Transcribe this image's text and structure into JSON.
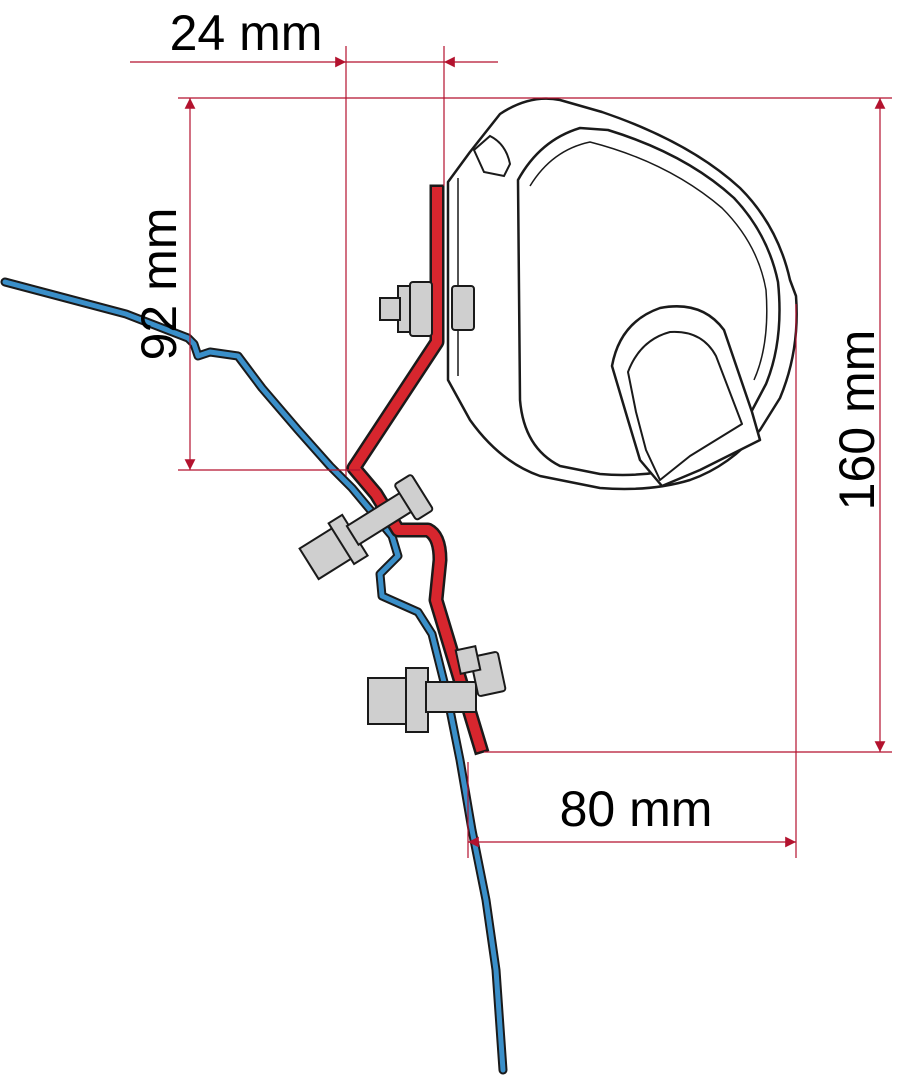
{
  "colors": {
    "background": "#ffffff",
    "dimension": "#b3122e",
    "bracket": "#d7262e",
    "vehicle_panel": "#3a8fc9",
    "outline": "#1a1a1a",
    "bolt_fill": "#cfcfcf",
    "casing_fill": "#ffffff"
  },
  "dimensions": {
    "width_top": "24 mm",
    "height_left": "92 mm",
    "height_total": "160 mm",
    "offset_bottom": "80 mm"
  }
}
